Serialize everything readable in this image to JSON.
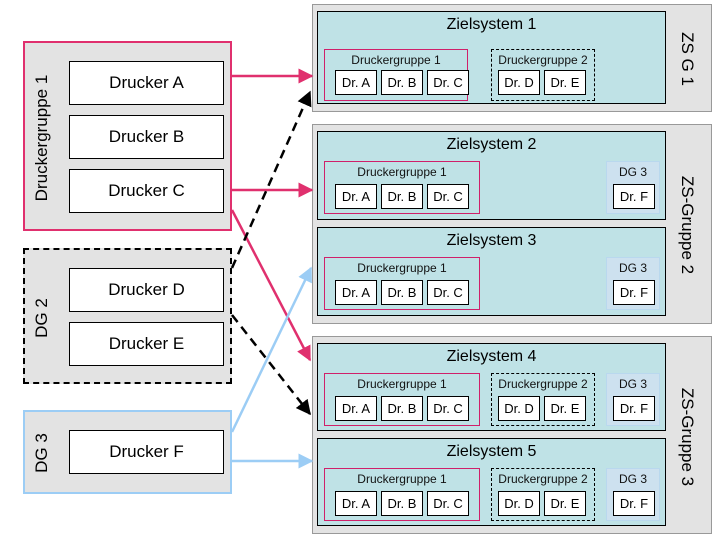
{
  "sources": {
    "dg1": {
      "label": "Druckergruppe 1",
      "printers": [
        "Drucker A",
        "Drucker B",
        "Drucker C"
      ]
    },
    "dg2": {
      "label": "DG 2",
      "printers": [
        "Drucker D",
        "Drucker E"
      ]
    },
    "dg3": {
      "label": "DG 3",
      "printers": [
        "Drucker F"
      ]
    }
  },
  "targets": {
    "zs_groups": [
      "ZS G 1",
      "ZS-Gruppe 2",
      "ZS-Gruppe 3"
    ],
    "systems": [
      {
        "title": "Zielsystem 1",
        "g1": {
          "label": "Druckergruppe 1",
          "printers": [
            "Dr. A",
            "Dr. B",
            "Dr. C"
          ]
        },
        "g2": {
          "label": "Druckergruppe 2",
          "printers": [
            "Dr. D",
            "Dr. E"
          ]
        }
      },
      {
        "title": "Zielsystem 2",
        "g1": {
          "label": "Druckergruppe 1",
          "printers": [
            "Dr. A",
            "Dr. B",
            "Dr. C"
          ]
        },
        "g3": {
          "label": "DG 3",
          "printers": [
            "Dr. F"
          ]
        }
      },
      {
        "title": "Zielsystem 3",
        "g1": {
          "label": "Druckergruppe 1",
          "printers": [
            "Dr. A",
            "Dr. B",
            "Dr. C"
          ]
        },
        "g3": {
          "label": "DG 3",
          "printers": [
            "Dr. F"
          ]
        }
      },
      {
        "title": "Zielsystem 4",
        "g1": {
          "label": "Druckergruppe 1",
          "printers": [
            "Dr. A",
            "Dr. B",
            "Dr. C"
          ]
        },
        "g2": {
          "label": "Druckergruppe 2",
          "printers": [
            "Dr. D",
            "Dr. E"
          ]
        },
        "g3": {
          "label": "DG 3",
          "printers": [
            "Dr. F"
          ]
        }
      },
      {
        "title": "Zielsystem 5",
        "g1": {
          "label": "Druckergruppe 1",
          "printers": [
            "Dr. A",
            "Dr. B",
            "Dr. C"
          ]
        },
        "g2": {
          "label": "Druckergruppe 2",
          "printers": [
            "Dr. D",
            "Dr. E"
          ]
        },
        "g3": {
          "label": "DG 3",
          "printers": [
            "Dr. F"
          ]
        }
      }
    ]
  },
  "colors": {
    "dg1": "#e0306e",
    "dg2": "#000000",
    "dg3": "#9ccdf5",
    "system": "#bfe2e6",
    "group_bg": "#e3e3e3"
  }
}
